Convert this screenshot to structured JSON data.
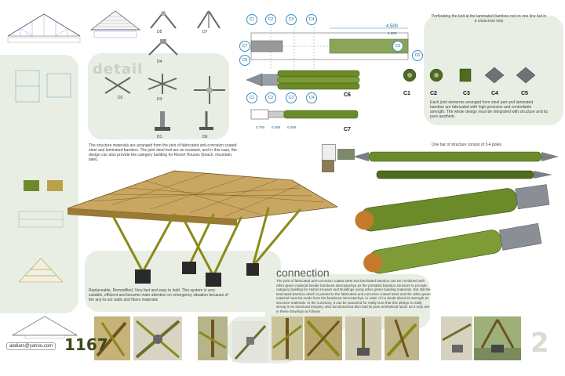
{
  "detail": {
    "title": "detail"
  },
  "connection": {
    "title": "connection"
  },
  "sheet": {
    "number": "1167",
    "page_number": "2",
    "email": "abdiars@yahoo.com"
  },
  "notes": {
    "perforation": "Perforating the bolt at the laminated bamboo not on one line but in a crisscross way",
    "joint_elements": "Each joint elements arranged from steel part and laminated bamboo are fabricated with high precision and controllable strength. The whole design must be integrated with structure and its pure aesthetic.",
    "bar_structure": "One bar of structure consist of 3-4 poles",
    "materials": "The structure materials are arranged from the joint of fabricated anti-corrosion coated steel and laminated bamboo. The joint steel tool are as resistant, and in this case, the design can also provide the category building for Resort Houses (beach, mountain, lake).",
    "replaceable": "Replaceable, Remodified, Very fast and easy to built. This system is very suitable, efficient and become main attention on emergency situation because of the any-to-act walls and floors materials",
    "connection_body": "The joint of fabricated anti-corrosion coated steel and laminated bamboo can be combined with other green material beside bambusa stenostachya as the primated bamboo structure to provide category building for Hybrid Houses and Buildings using other green building materials. But still the laminated bamboo which is jointed to the fabricated anti-corrosion coated steel and the other green material must be made from the bambusa stenostachya, in order of no doubt about its strength as structure materials. In the summary, it can be assumed for really sure that this design is really strong in its structural integrity, also functional but also had its pure aesthetical factor as it may see in these drawings as follows."
  },
  "dimensions": {
    "top_span": "4.500",
    "top_sub": "4.200",
    "c7_a": "0.750",
    "c7_b": "0.450",
    "c7_c": "0.450"
  },
  "detail_labels": {
    "d5": "D5",
    "d7": "D7",
    "d4": "D4",
    "d2": "D2",
    "d3": "D3",
    "d1": "D1",
    "d6": "D6"
  },
  "c_tags": [
    "C1",
    "C2",
    "C3",
    "C4",
    "C5",
    "C6",
    "C7"
  ],
  "c_views": {
    "c6": "C6",
    "c7": "C7"
  },
  "connectors": [
    "C1",
    "C2",
    "C3",
    "C4",
    "C5"
  ],
  "colors": {
    "bamboo": "#b9a24a",
    "bamboo_green": "#6b8a2a",
    "steel": "#7a7f86",
    "panel": "#e9eee4",
    "accent_blue": "#3a8fc8",
    "title_grey": "#c9d2c0"
  }
}
